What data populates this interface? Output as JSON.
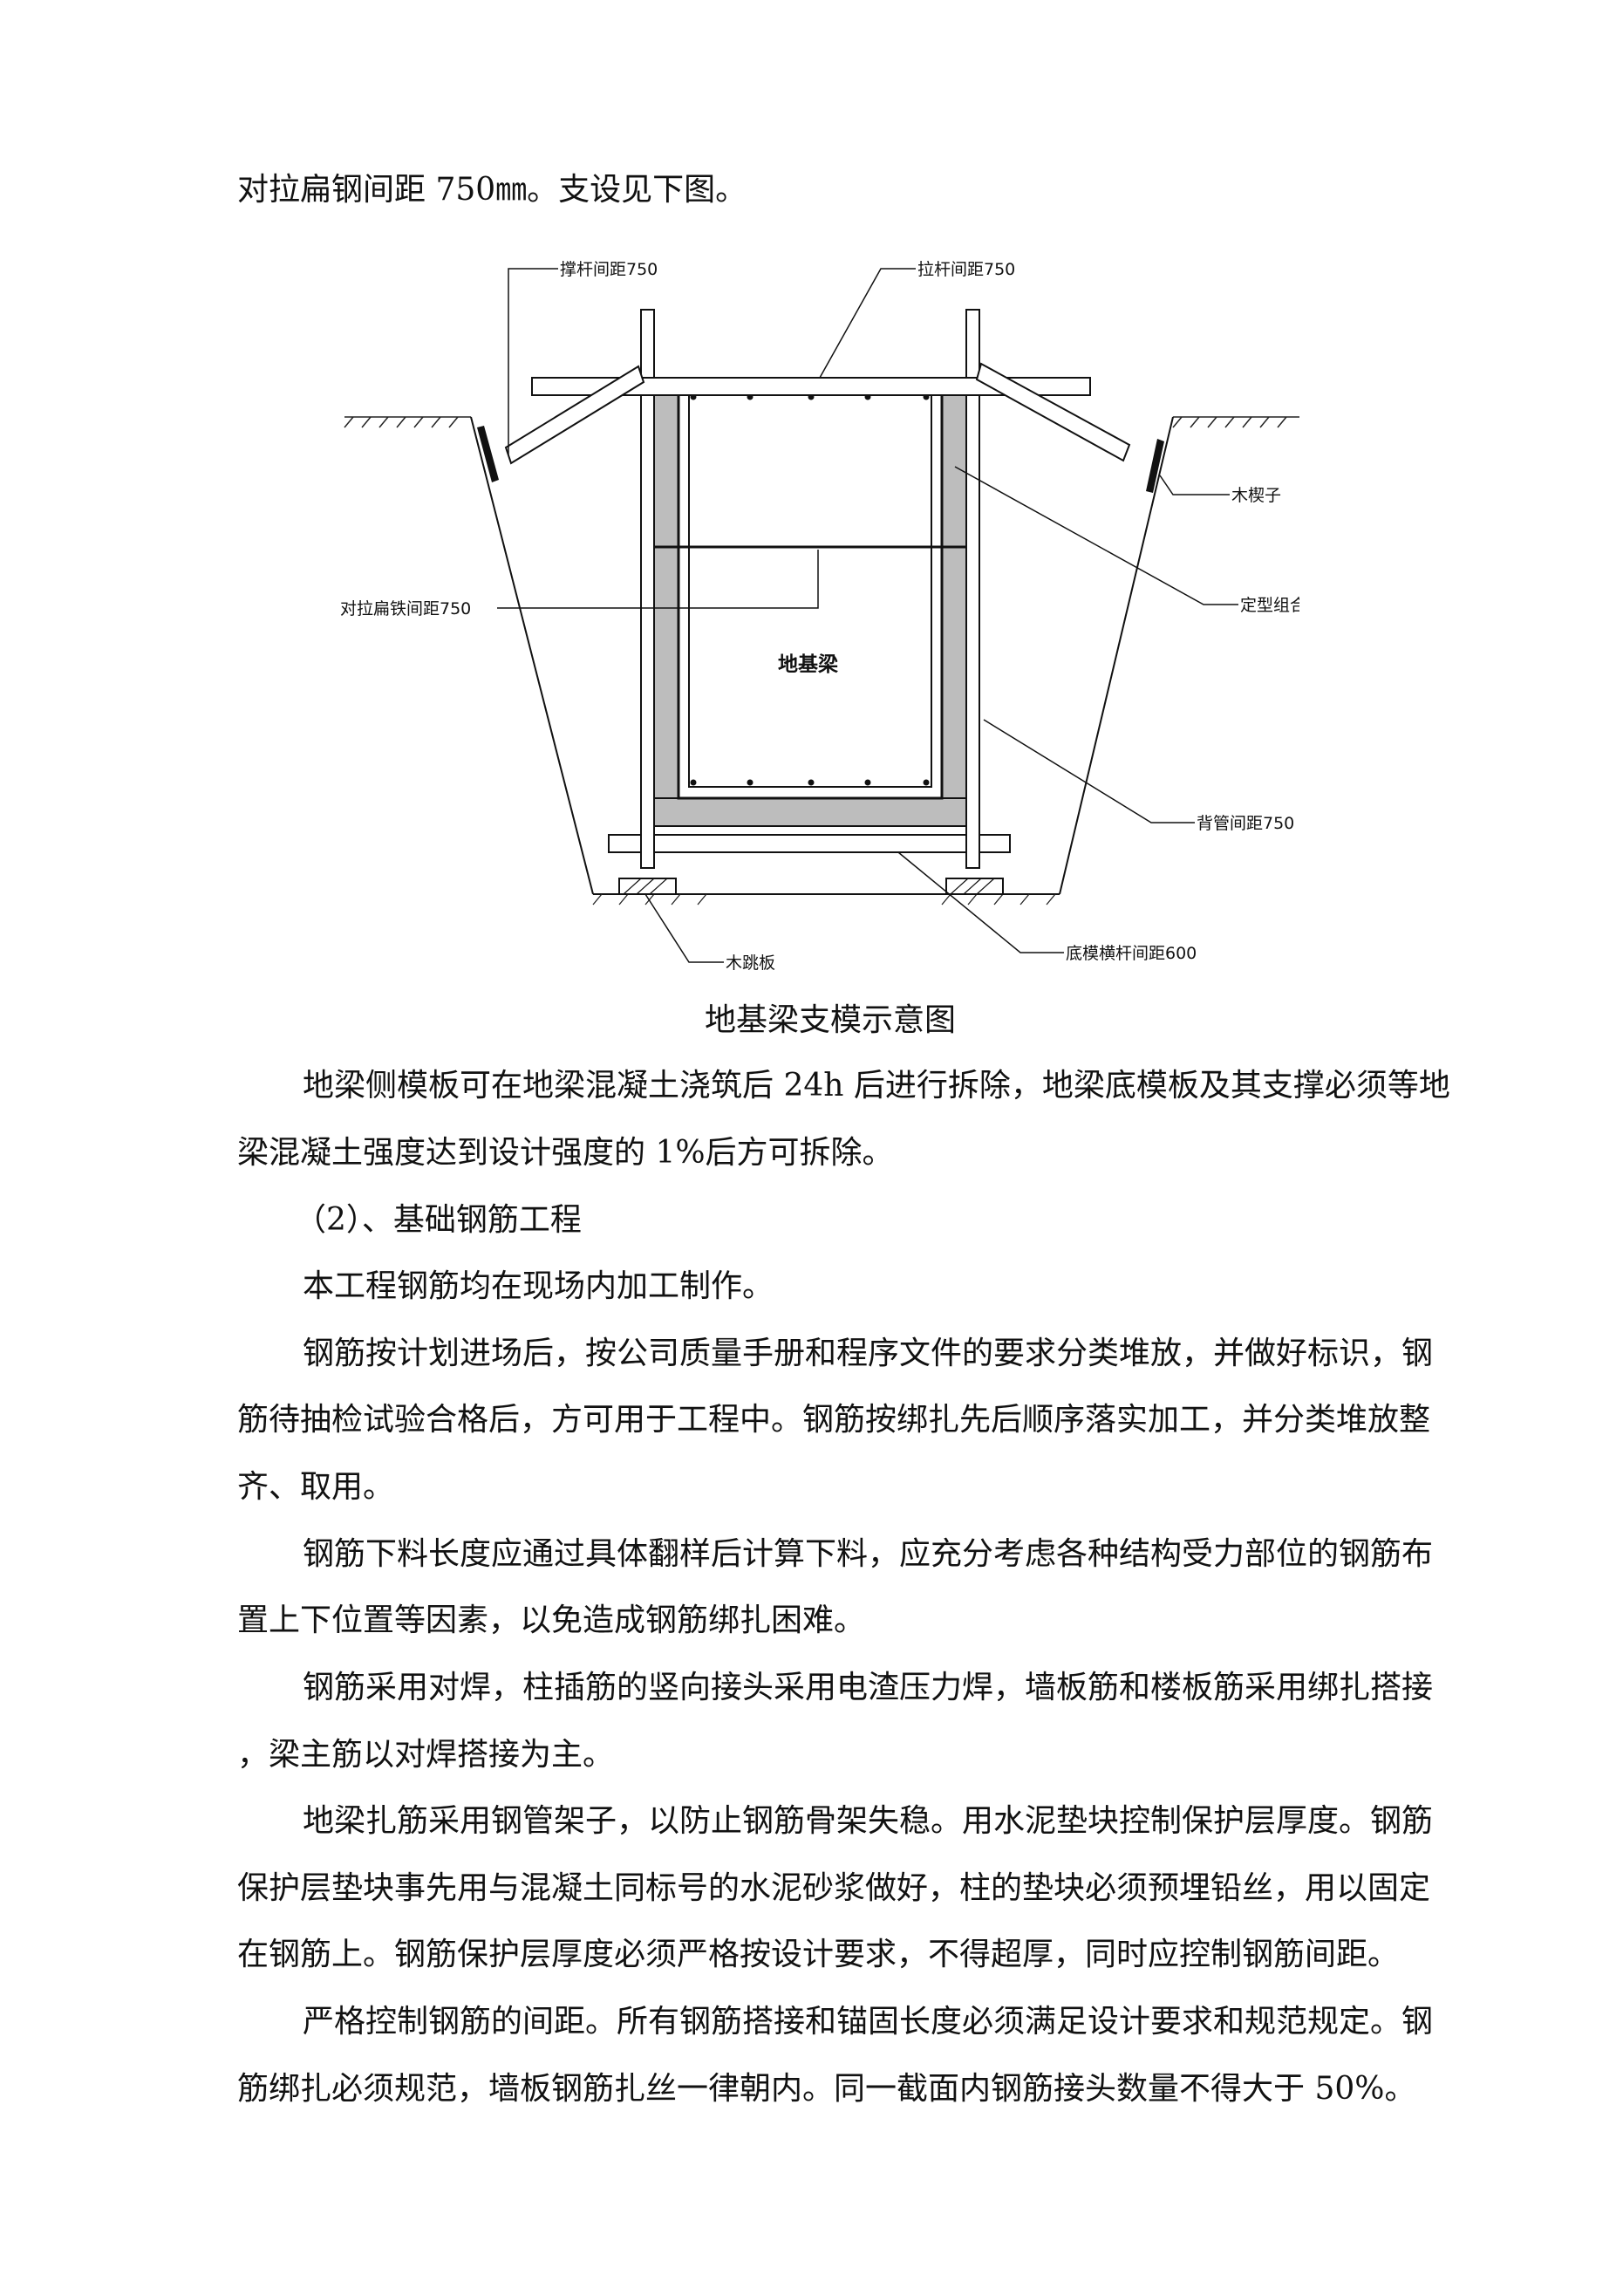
{
  "intro_line": "对拉扁钢间距 750㎜。支设见下图。",
  "figure": {
    "labels": {
      "strut_spacing": "撑杆间距750",
      "tie_rod_spacing": "拉杆间距750",
      "wood_wedge": "木楔子",
      "flat_iron_spacing": "对拉扁铁间距750",
      "steel_formwork": "定型组合钢模",
      "beam": "地基梁",
      "back_pipe_spacing": "背管间距750",
      "bottom_rail_spacing": "底模横杆间距600",
      "wood_plank": "木跳板"
    },
    "caption": "地基梁支模示意图"
  },
  "paragraphs": {
    "p1": [
      "地梁侧模板可在地梁混凝土浇筑后 24h 后进行拆除，地梁底模板及其支撑必须等地",
      "梁混凝土强度达到设计强度的 1%后方可拆除。"
    ],
    "p2": [
      "（2）、基础钢筋工程"
    ],
    "p3": [
      "本工程钢筋均在现场内加工制作。"
    ],
    "p4": [
      "钢筋按计划进场后，按公司质量手册和程序文件的要求分类堆放，并做好标识，钢",
      "筋待抽检试验合格后，方可用于工程中。钢筋按绑扎先后顺序落实加工，并分类堆放整",
      "齐、取用。"
    ],
    "p5": [
      "钢筋下料长度应通过具体翻样后计算下料，应充分考虑各种结构受力部位的钢筋布",
      "置上下位置等因素，以免造成钢筋绑扎困难。"
    ],
    "p6": [
      "钢筋采用对焊，柱插筋的竖向接头采用电渣压力焊，墙板筋和楼板筋采用绑扎搭接",
      "，梁主筋以对焊搭接为主。"
    ],
    "p7": [
      "地梁扎筋采用钢管架子，以防止钢筋骨架失稳。用水泥垫块控制保护层厚度。钢筋",
      "保护层垫块事先用与混凝土同标号的水泥砂浆做好，柱的垫块必须预埋铅丝，用以固定",
      "在钢筋上。钢筋保护层厚度必须严格按设计要求，不得超厚，同时应控制钢筋间距。"
    ],
    "p8": [
      "严格控制钢筋的间距。所有钢筋搭接和锚固长度必须满足设计要求和规范规定。钢",
      "筋绑扎必须规范，墙板钢筋扎丝一律朝内。同一截面内钢筋接头数量不得大于 50%。"
    ]
  }
}
